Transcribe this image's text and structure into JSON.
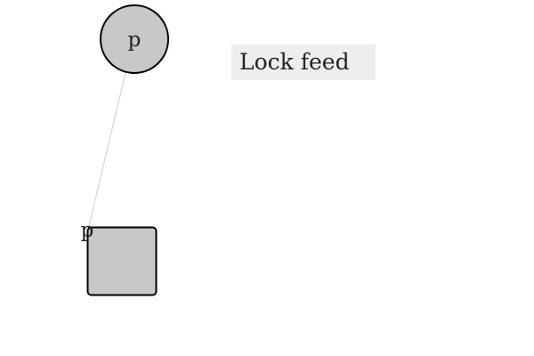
{
  "nodes": [
    {
      "id": "circle-node",
      "shape": "circle",
      "label": "p",
      "fill": "#c8c8c8",
      "stroke": "#000000"
    },
    {
      "id": "square-node",
      "shape": "rounded-square",
      "label": "p",
      "fill": "#c8c8c8",
      "stroke": "#000000"
    }
  ],
  "edge": {
    "from": "circle-node",
    "to": "square-node",
    "color": "#cccccc"
  },
  "controls": {
    "lock_feed_label": "Lock feed",
    "lock_feed_background": "#eeeeee"
  }
}
